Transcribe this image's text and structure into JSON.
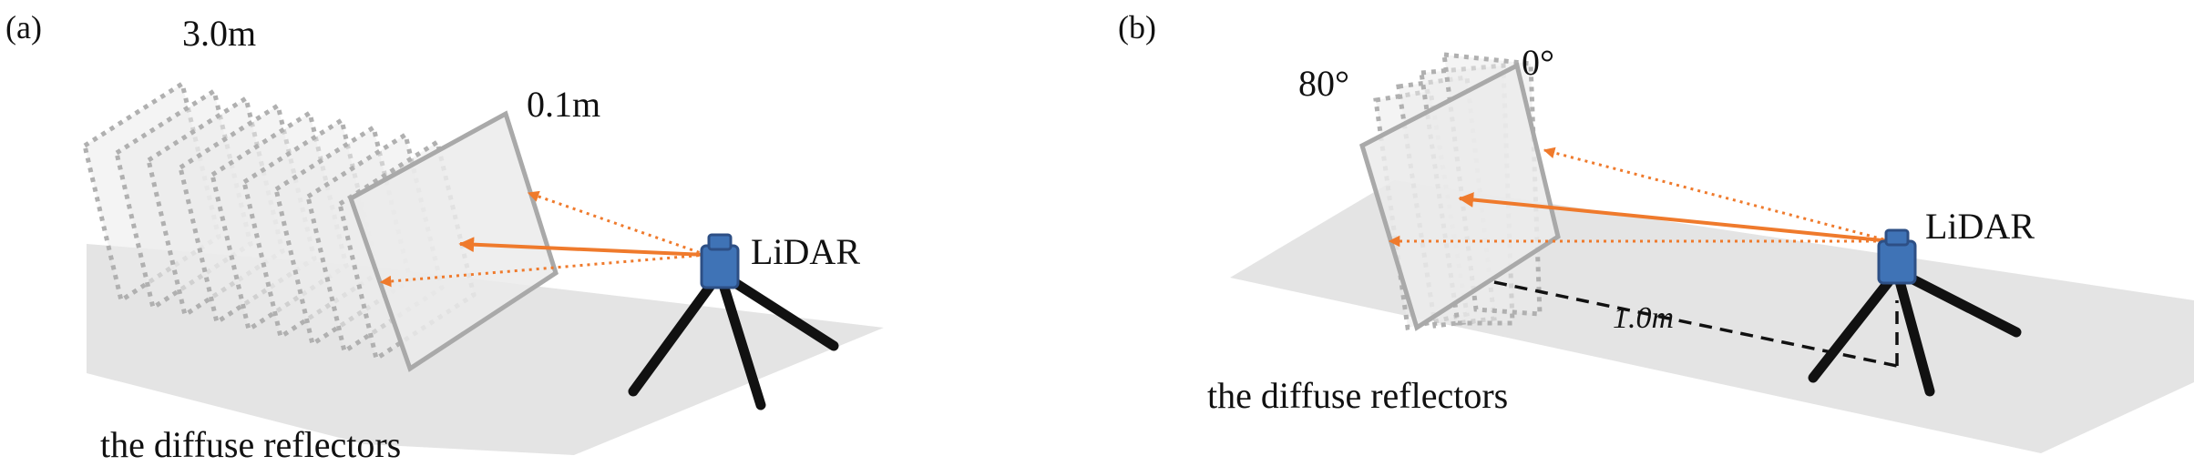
{
  "colors": {
    "floor": "#e4e4e4",
    "reflector_fill": "#ebebeb",
    "reflector_edge_solid": "#a9a9a9",
    "reflector_edge_dotted": "#b0b0b0",
    "ray": "#ef7a2c",
    "lidar_body": "#3f73b6",
    "lidar_dark": "#2d4f85",
    "tripod": "#111111"
  },
  "panel_a": {
    "tag": "(a)",
    "far_distance": "3.0m",
    "near_distance": "0.1m",
    "lidar_label": "LiDAR",
    "caption": "the diffuse reflectors"
  },
  "panel_b": {
    "tag": "(b)",
    "max_angle": "80°",
    "min_angle": "0°",
    "lidar_label": "LiDAR",
    "distance": "1.0m",
    "caption": "the diffuse reflectors"
  }
}
